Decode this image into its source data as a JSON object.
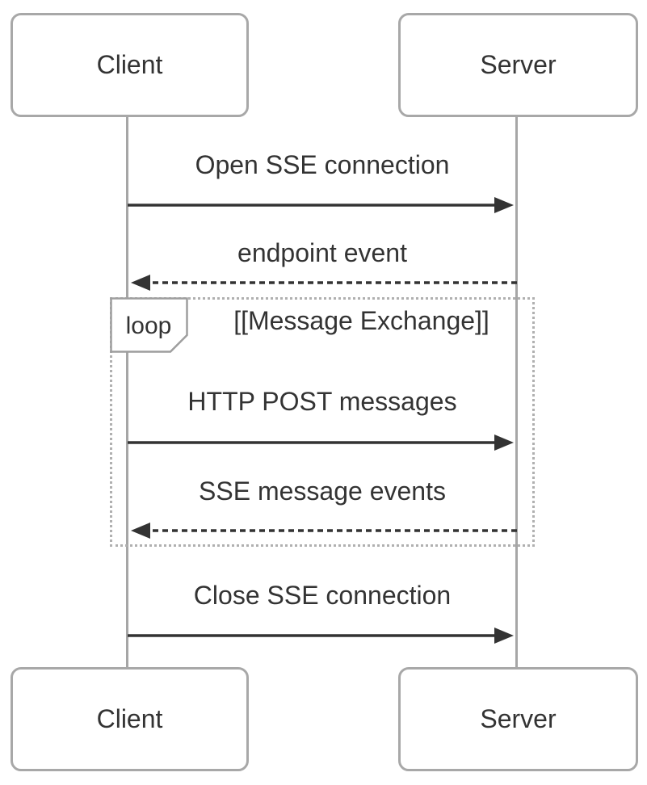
{
  "diagram": {
    "type": "sequence",
    "actors": {
      "client_top": "Client",
      "server_top": "Server",
      "client_bottom": "Client",
      "server_bottom": "Server"
    },
    "messages": [
      {
        "label": "Open SSE connection",
        "from": "client",
        "to": "server",
        "line": "solid"
      },
      {
        "label": "endpoint event",
        "from": "server",
        "to": "client",
        "line": "dashed"
      },
      {
        "label": "HTTP POST messages",
        "from": "client",
        "to": "server",
        "line": "solid"
      },
      {
        "label": "SSE message events",
        "from": "server",
        "to": "client",
        "line": "dashed"
      },
      {
        "label": "Close SSE connection",
        "from": "client",
        "to": "server",
        "line": "solid"
      }
    ],
    "loop": {
      "keyword": "loop",
      "title": "[[Message Exchange]]"
    },
    "colors": {
      "background": "#ffffff",
      "actor_border": "#a8a8a8",
      "lifeline": "#a6a6a6",
      "loop_border": "#b0b0b0",
      "loop_tag_border": "#9e9e9e",
      "arrow": "#333333",
      "text": "#333333"
    }
  }
}
